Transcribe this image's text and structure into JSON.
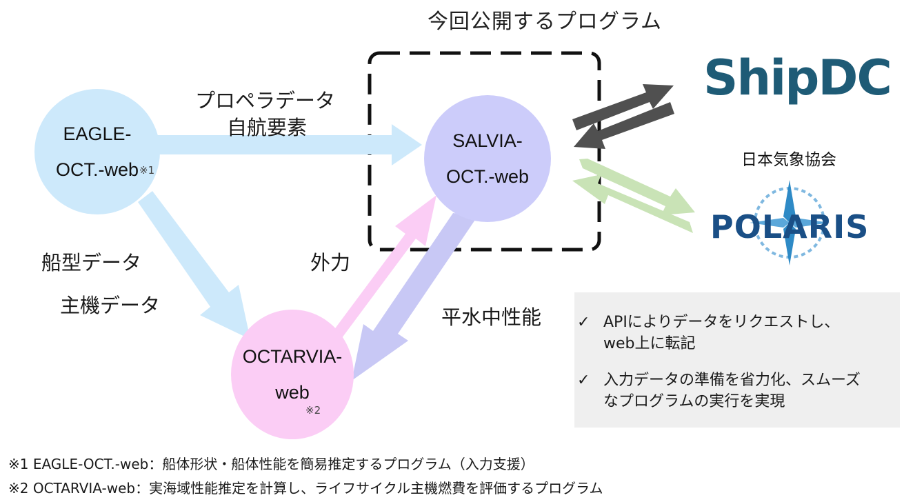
{
  "title": "今回公開するプログラム",
  "nodes": {
    "eagle": {
      "line1": "EAGLE-",
      "line2": "OCT.-web",
      "mark": "※1",
      "color": "#cde9fb"
    },
    "salvia": {
      "line1": "SALVIA-",
      "line2": "OCT.-web",
      "color": "#ccccfa"
    },
    "octarvia": {
      "line1": "OCTARVIA-",
      "line2": "web",
      "mark": "※2",
      "color": "#fbcdf5"
    }
  },
  "labels": {
    "propeller": "プロペラデータ",
    "self_propulsion": "自航要素",
    "hull_data": "船型データ",
    "engine_data": "主機データ",
    "external_force": "外力",
    "calm_water": "平水中性能"
  },
  "partners": {
    "shipdc": "ShipDC",
    "jma": "日本気象協会",
    "polaris": "POLARIS"
  },
  "notes": {
    "check_mark": "✓",
    "items": [
      {
        "line1": "APIによりデータをリクエストし、",
        "line2": "web上に転記"
      },
      {
        "line1": "入力データの準備を省力化、スムーズ",
        "line2": "なプログラムの実行を実現"
      }
    ]
  },
  "footnotes": [
    "※1 EAGLE-OCT.-web：船体形状・船体性能を簡易推定するプログラム（入力支援）",
    "※2 OCTARVIA-web：実海域性能推定を計算し、ライフサイクル主機燃費を評価するプログラム"
  ],
  "colors": {
    "arrow_blue": "#cde9fb",
    "arrow_pink": "#fbcdf5",
    "arrow_lavender": "#c8c8f5",
    "arrow_dark": "#505050",
    "arrow_green": "#c9e3b6",
    "shipdc": "#1e5b76",
    "polaris": "#1a4f86"
  },
  "icons": [
    "dashed-boundary",
    "compass-star-icon",
    "check-icon"
  ]
}
